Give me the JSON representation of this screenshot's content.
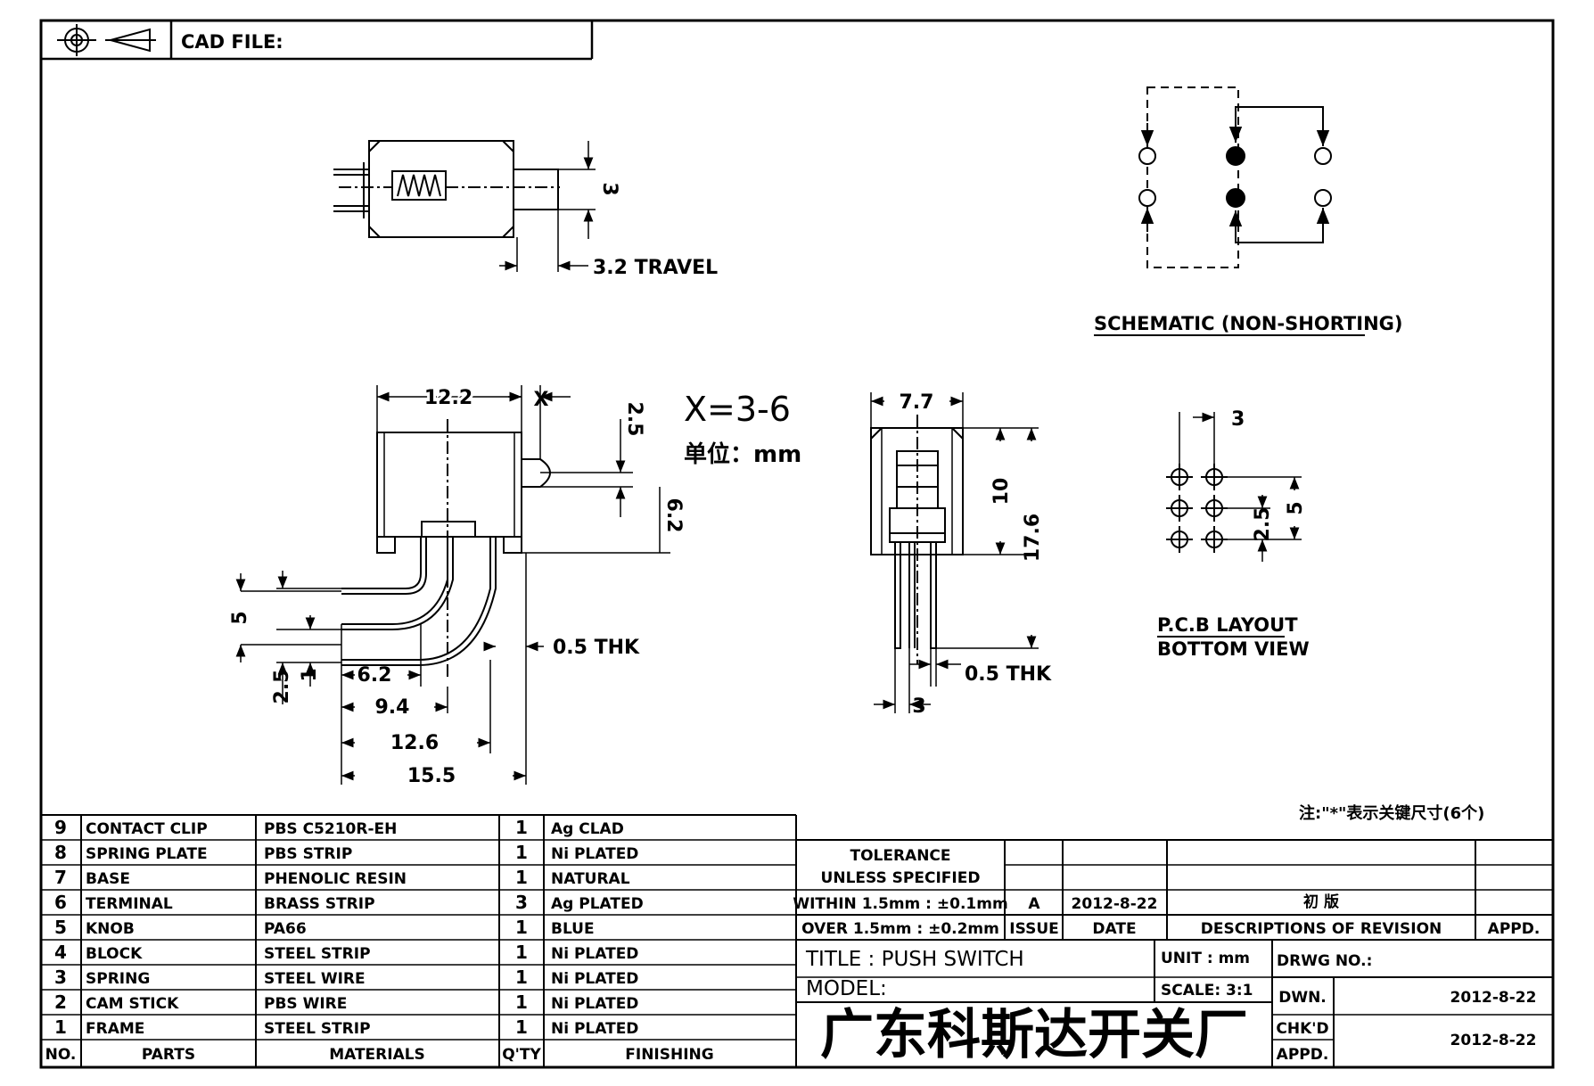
{
  "header": {
    "cad_file": "CAD FILE:"
  },
  "notes": {
    "travel": "3.2 TRAVEL",
    "schematic": "SCHEMATIC (NON-SHORTING)",
    "x_range": "X=3-6",
    "unit_cn": "单位：mm",
    "pcb_line1": "P.C.B LAYOUT",
    "pcb_line2": "BOTTOM VIEW",
    "footnote": "注:\"*\"表示关键尺寸(6个)"
  },
  "dimensions": {
    "top_height": "3",
    "front_width": "12.2",
    "front_x": "X",
    "front_2_5": "2.5",
    "front_6_2_v": "6.2",
    "front_5": "5",
    "front_1": "1",
    "front_2_5_b": "2.5",
    "front_6_2_h": "6.2",
    "front_9_4": "9.4",
    "front_12_6": "12.6",
    "front_15_5": "15.5",
    "front_thk": "0.5 THK",
    "side_7_7": "7.7",
    "side_10": "10",
    "side_17_6": "17.6",
    "side_thk": "0.5 THK",
    "side_3": "3",
    "pcb_3": "3",
    "pcb_5": "5",
    "pcb_2_5": "2.5"
  },
  "bom": {
    "headers": [
      "NO.",
      "PARTS",
      "MATERIALS",
      "Q'TY",
      "FINISHING"
    ],
    "rows": [
      [
        "9",
        "CONTACT CLIP",
        "PBS C5210R-EH",
        "1",
        "Ag CLAD"
      ],
      [
        "8",
        "SPRING PLATE",
        "PBS STRIP",
        "1",
        "Ni PLATED"
      ],
      [
        "7",
        "BASE",
        "PHENOLIC RESIN",
        "1",
        "NATURAL"
      ],
      [
        "6",
        "TERMINAL",
        "BRASS STRIP",
        "3",
        "Ag PLATED"
      ],
      [
        "5",
        "KNOB",
        "PA66",
        "1",
        "BLUE"
      ],
      [
        "4",
        "BLOCK",
        "STEEL STRIP",
        "1",
        "Ni PLATED"
      ],
      [
        "3",
        "SPRING",
        "STEEL WIRE",
        "1",
        "Ni PLATED"
      ],
      [
        "2",
        "CAM STICK",
        "PBS WIRE",
        "1",
        "Ni PLATED"
      ],
      [
        "1",
        "FRAME",
        "STEEL STRIP",
        "1",
        "Ni PLATED"
      ]
    ]
  },
  "title_block": {
    "tolerance": "TOLERANCE",
    "unless": "UNLESS  SPECIFIED",
    "within": "WITHIN 1.5mm : ±0.1mm",
    "over": "OVER 1.5mm : ±0.2mm",
    "rev_issue": "A",
    "rev_date": "2012-8-22",
    "rev_desc": "初 版",
    "issue_label": "ISSUE",
    "date_label": "DATE",
    "desc_label": "DESCRIPTIONS OF REVISION",
    "appd_label": "APPD.",
    "title": "TITLE : PUSH SWITCH",
    "unit": "UNIT :  mm",
    "drwg_no": "DRWG NO.:",
    "model": "MODEL:",
    "scale": "SCALE:  3:1",
    "dwn_label": "DWN.",
    "dwn_date": "2012-8-22",
    "chkd_label": "CHK'D",
    "appd2_label": "APPD.",
    "chk_date": "2012-8-22",
    "company": "广东科斯达开关厂"
  }
}
